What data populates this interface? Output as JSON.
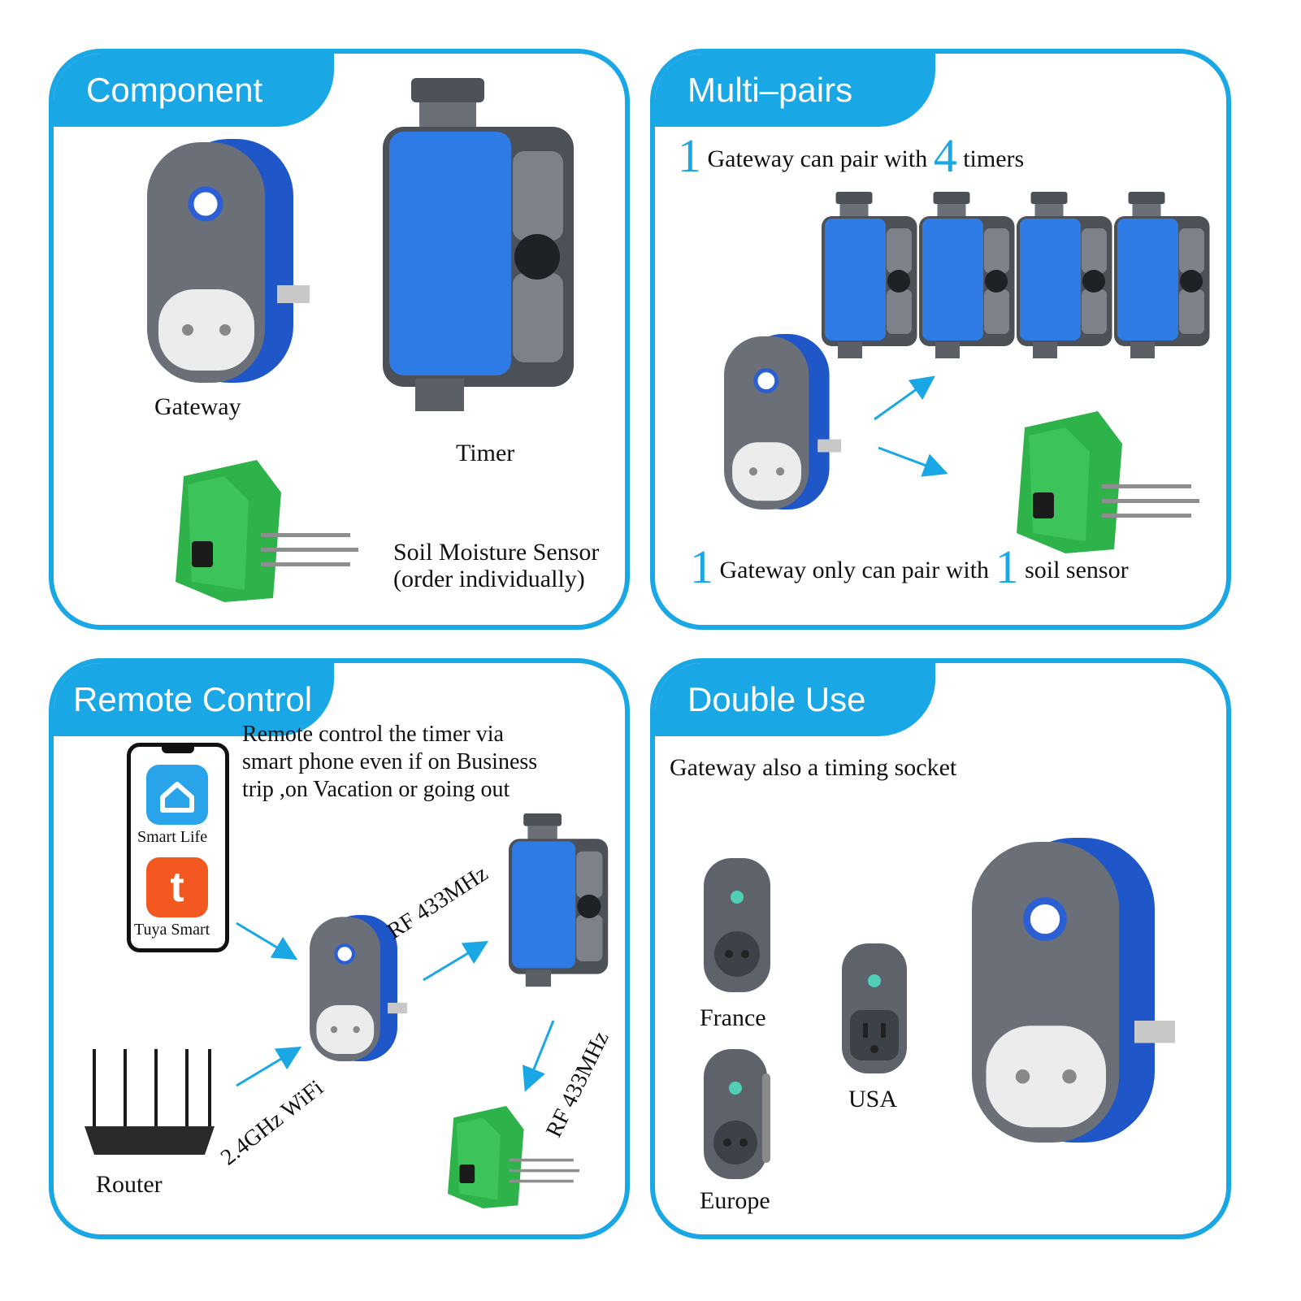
{
  "panels": {
    "component": {
      "title": "Component",
      "gateway_label": "Gateway",
      "timer_label": "Timer",
      "sensor_label_1": "Soil Moisture Sensor",
      "sensor_label_2": "(order individually)"
    },
    "multi_pairs": {
      "title": "Multi–pairs",
      "line1": {
        "n1": "1",
        "text1": "Gateway can pair with",
        "n2": "4",
        "text2": "timers"
      },
      "line2": {
        "n1": "1",
        "text1": "Gateway only can pair with",
        "n2": "1",
        "text2": "soil sensor"
      }
    },
    "remote_control": {
      "title": "Remote Control",
      "desc1": "Remote control the timer via",
      "desc2": "smart phone even if on Business",
      "desc3": "trip ,on Vacation or going out",
      "app1": "Smart Life",
      "app2": "Tuya Smart",
      "rf_label_1": "RF 433MHz",
      "rf_label_2": "RF 433MHz",
      "wifi_label": "2.4GHz WiFi",
      "router_label": "Router"
    },
    "double_use": {
      "title": "Double Use",
      "caption": "Gateway also a timing socket",
      "france": "France",
      "usa": "USA",
      "europe": "Europe"
    }
  },
  "colors": {
    "accent": "#1aa7e6",
    "device_blue": "#1f56c8",
    "device_grey": "#6a6f78",
    "sensor_green": "#2eb24a"
  },
  "icons": [
    "gateway-device-icon",
    "timer-device-icon",
    "soil-sensor-icon",
    "router-icon",
    "smartphone-icon",
    "smart-life-home-icon",
    "tuya-logo-icon",
    "arrow-icon"
  ]
}
